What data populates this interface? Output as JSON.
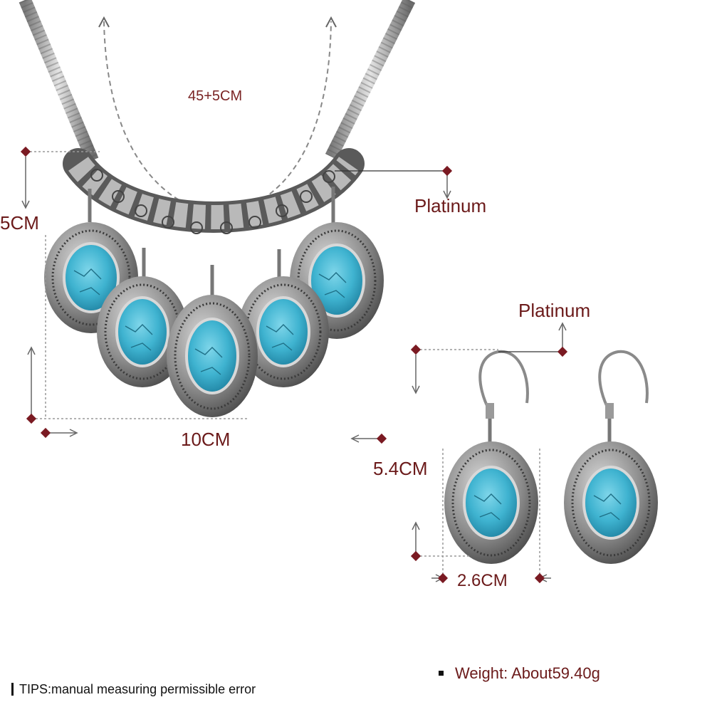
{
  "labels": {
    "chain_length": "45+5CM",
    "pendant_height": "5CM",
    "necklace_width": "10CM",
    "necklace_material": "Platinum",
    "earring_material": "Platinum",
    "earring_length": "5.4CM",
    "earring_width": "2.6CM"
  },
  "footer": {
    "tips": "TIPS:manual measuring permissible error",
    "weight": "Weight: About59.40g"
  },
  "colors": {
    "label_text": "#6b1a1a",
    "turquoise": "#3fb3d0",
    "silver": "#8a8a8a",
    "guide_line": "#999999",
    "marker": "#7a1a22"
  }
}
